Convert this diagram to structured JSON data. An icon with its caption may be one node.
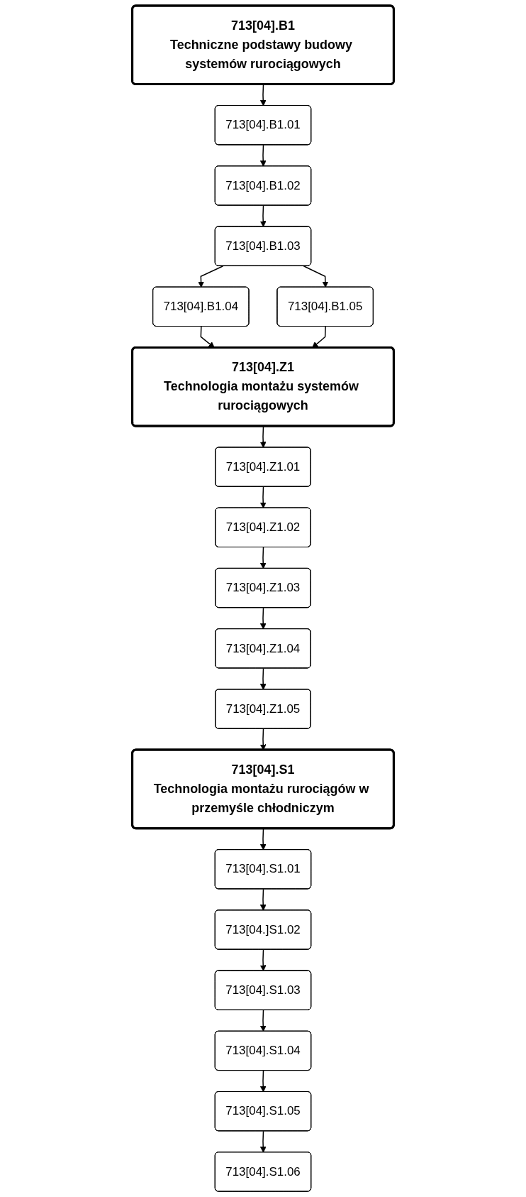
{
  "diagram": {
    "nodes": [
      {
        "text": [
          "713[04].B1",
          "Techniczne podstawy budowy systemów rurociągowych"
        ]
      },
      {
        "text": [
          "713[04].B1.01"
        ]
      },
      {
        "text": [
          "713[04].B1.02"
        ]
      },
      {
        "text": [
          "713[04].B1.03"
        ]
      },
      {
        "text": [
          "713[04].B1.04"
        ]
      },
      {
        "text": [
          "713[04].B1.05"
        ]
      },
      {
        "text": [
          "713[04].Z1",
          "Technologia montażu systemów rurociągowych"
        ]
      },
      {
        "text": [
          "713[04].Z1.01"
        ]
      },
      {
        "text": [
          "713[04].Z1.02"
        ]
      },
      {
        "text": [
          "713[04].Z1.03"
        ]
      },
      {
        "text": [
          "713[04].Z1.04"
        ]
      },
      {
        "text": [
          "713[04].Z1.05"
        ]
      },
      {
        "text": [
          "713[04].S1",
          "Technologia montażu rurociągów w przemyśle chłodniczym"
        ]
      },
      {
        "text": [
          "713[04].S1.01"
        ]
      },
      {
        "text": [
          "713[04.]S1.02"
        ]
      },
      {
        "text": [
          "713[04].S1.03"
        ]
      },
      {
        "text": [
          "713[04].S1.04"
        ]
      },
      {
        "text": [
          "713[04].S1.05"
        ]
      },
      {
        "text": [
          "713[04].S1.06"
        ]
      }
    ],
    "edges": [
      {
        "from": 0,
        "to": 1,
        "arrow": "to"
      },
      {
        "from": 1,
        "to": 2,
        "arrow": "to"
      },
      {
        "from": 2,
        "to": 3,
        "arrow": "to"
      },
      {
        "from": 3,
        "to": 4,
        "arrow": "to"
      },
      {
        "from": 3,
        "to": 5,
        "arrow": "to"
      },
      {
        "from": 4,
        "to": 6,
        "arrow": "to"
      },
      {
        "from": 5,
        "to": 6,
        "arrow": "to"
      },
      {
        "from": 6,
        "to": 7,
        "arrow": "to"
      },
      {
        "from": 7,
        "to": 8,
        "arrow": "to"
      },
      {
        "from": 8,
        "to": 9,
        "arrow": "to"
      },
      {
        "from": 9,
        "to": 10,
        "arrow": "to"
      },
      {
        "from": 10,
        "to": 11,
        "arrow": "to"
      },
      {
        "from": 11,
        "to": 12,
        "arrow": "to"
      },
      {
        "from": 12,
        "to": 13,
        "arrow": "to"
      },
      {
        "from": 13,
        "to": 14,
        "arrow": "to"
      },
      {
        "from": 14,
        "to": 15,
        "arrow": "to"
      },
      {
        "from": 15,
        "to": 16,
        "arrow": "to"
      },
      {
        "from": 16,
        "to": 17,
        "arrow": "to"
      },
      {
        "from": 17,
        "to": 18,
        "arrow": "to"
      }
    ]
  }
}
